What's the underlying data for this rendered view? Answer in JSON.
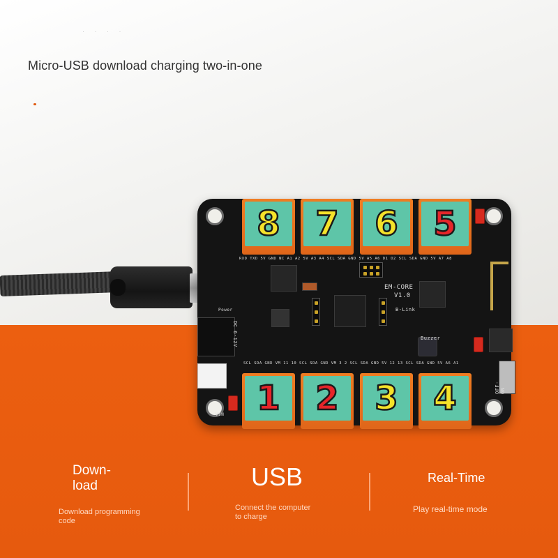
{
  "headline": "Micro-USB download charging two-in-one",
  "colors": {
    "background_top": "#f2f2f0",
    "background_bottom": "#e95c10",
    "board": "#141414",
    "key_cap": "#5ec5a8",
    "key_base": "#ea7220",
    "number_red": "#e6252a",
    "number_yellow": "#f5e22a"
  },
  "board": {
    "model_label": "EM-CORE",
    "version_label": "V1.0",
    "blink_label": "B-Link",
    "buzzer_label": "Buzzer",
    "switch_label": "OFF-ON",
    "dc_label": "DC 6-12V",
    "vin_label": "VIN",
    "power_label": "Power",
    "pin_row_top": "RXD TXD 5V GND NC A1 A2 5V A3 A4 SCL SDA GND 5V A5 A6 D1 D2 SCL SDA GND 5V A7 A8",
    "pin_row_bottom": "SCL SDA GND VM 11 10  SCL SDA GND VM 3 2  SCL SDA GND 5V 12 13  SCL SDA GND 5V A6 A1",
    "top_keys": [
      {
        "label": "8",
        "color": "#f5e22a"
      },
      {
        "label": "7",
        "color": "#f5e22a"
      },
      {
        "label": "6",
        "color": "#f5e22a"
      },
      {
        "label": "5",
        "color": "#e6252a"
      }
    ],
    "bottom_keys": [
      {
        "label": "1",
        "color": "#e6252a"
      },
      {
        "label": "2",
        "color": "#e6252a"
      },
      {
        "label": "3",
        "color": "#f5e22a"
      },
      {
        "label": "4",
        "color": "#f5e22a"
      }
    ]
  },
  "features": [
    {
      "title": "Down-\nload",
      "description": "Download programming\ncode"
    },
    {
      "title": "USB",
      "description": "Connect the computer\nto charge"
    },
    {
      "title": "Real-Time",
      "description": "Play real-time mode"
    }
  ]
}
